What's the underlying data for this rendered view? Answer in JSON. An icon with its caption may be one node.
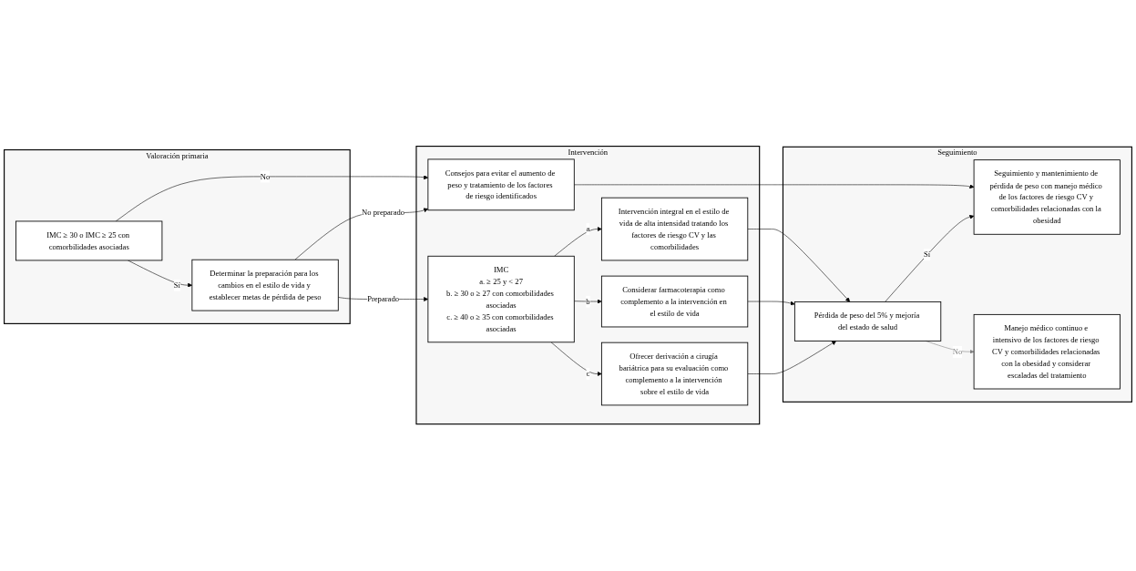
{
  "diagram": {
    "nodes": [
      {
        "text": [
          "Valoración primaria"
        ]
      },
      {
        "text": [
          "IMC ≥ 30 o IMC ≥ 25 con comorbilidades asociadas"
        ],
        "in": 0
      },
      {
        "text": [
          "Determinar la preparación para los cambios en el estilo de vida y establecer metas de pérdida de peso"
        ],
        "in": 0
      },
      {
        "text": [
          "Intervención"
        ]
      },
      {
        "text": [
          "Consejos para evitar el aumento de peso y tratamiento de los factores de riesgo identificados"
        ],
        "in": 3
      },
      {
        "text": [
          "IMC",
          "a. ≥ 25 y < 27",
          "b. ≥ 30 o ≥ 27 con comorbilidades asociadas",
          "c. ≥ 40 o ≥ 35 con comorbilidades asociadas"
        ],
        "in": 3
      },
      {
        "text": [
          "Intervención integral en el estilo de vida de alta intensidad tratando los factores de riesgo CV y las comorbilidades"
        ],
        "in": 3
      },
      {
        "text": [
          "Considerar farmacoterapia como complemento a la intervención en el estilo de vida"
        ],
        "in": 3
      },
      {
        "text": [
          "Ofrecer derivación a cirugía bariátrica para su evaluación como complemento a la intervención sobre el estilo de vida"
        ],
        "in": 3
      },
      {
        "text": [
          "Seguimiento"
        ]
      },
      {
        "text": [
          "Seguimiento y mantenimiento de pérdida de peso con manejo médico de los factores de riesgo CV y comorbilidades relacionadas con la obesidad"
        ],
        "in": 9
      },
      {
        "text": [
          "Pérdida de peso del 5% y mejoría del estado de salud"
        ],
        "in": 9
      },
      {
        "text": [
          "Manejo médico continuo e intensivo de los factores de riesgo CV y comorbilidades relacionadas con la obesidad y considerar escaladas del tratamiento"
        ],
        "in": 9
      }
    ],
    "edges": [
      {
        "from": 1,
        "to": 4,
        "arrow": "to",
        "label": "No"
      },
      {
        "from": 1,
        "to": 2,
        "arrow": "to",
        "label": "Sí"
      },
      {
        "from": 2,
        "to": 4,
        "arrow": "to",
        "label": "No preparado"
      },
      {
        "from": 2,
        "to": 5,
        "arrow": "to",
        "label": "Preparado"
      },
      {
        "from": 5,
        "to": 6,
        "arrow": "to",
        "label": "a"
      },
      {
        "from": 5,
        "to": 7,
        "arrow": "to",
        "label": "b"
      },
      {
        "from": 5,
        "to": 8,
        "arrow": "to",
        "label": "c"
      },
      {
        "from": 4,
        "to": 10,
        "arrow": "to"
      },
      {
        "from": 6,
        "to": 11,
        "arrow": "to"
      },
      {
        "from": 7,
        "to": 11,
        "arrow": "to"
      },
      {
        "from": 8,
        "to": 11,
        "arrow": "to"
      },
      {
        "from": 11,
        "to": 10,
        "arrow": "to",
        "label": "Sí"
      },
      {
        "from": 11,
        "to": 12,
        "arrow": "to",
        "label": "No",
        "color": "#808080"
      }
    ]
  }
}
